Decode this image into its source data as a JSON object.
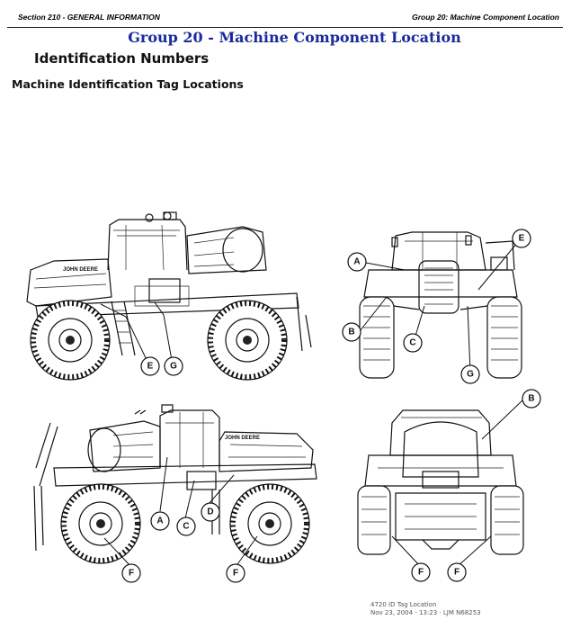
{
  "header": {
    "section": "Section 210 - GENERAL INFORMATION",
    "group": "Group 20: Machine Component Location"
  },
  "page_title": "Group 20 - Machine Component Location",
  "heading": "Identification Numbers",
  "subheading": "Machine Identification Tag Locations",
  "callouts": {
    "a": "A",
    "b": "B",
    "c": "C",
    "d": "D",
    "e": "E",
    "f": "F",
    "g": "G"
  },
  "decal": "JOHN DEERE",
  "caption": {
    "line1": "4720 ID Tag Location",
    "line2": "Nov 23, 2004 - 13:23 · LJM N68253"
  }
}
